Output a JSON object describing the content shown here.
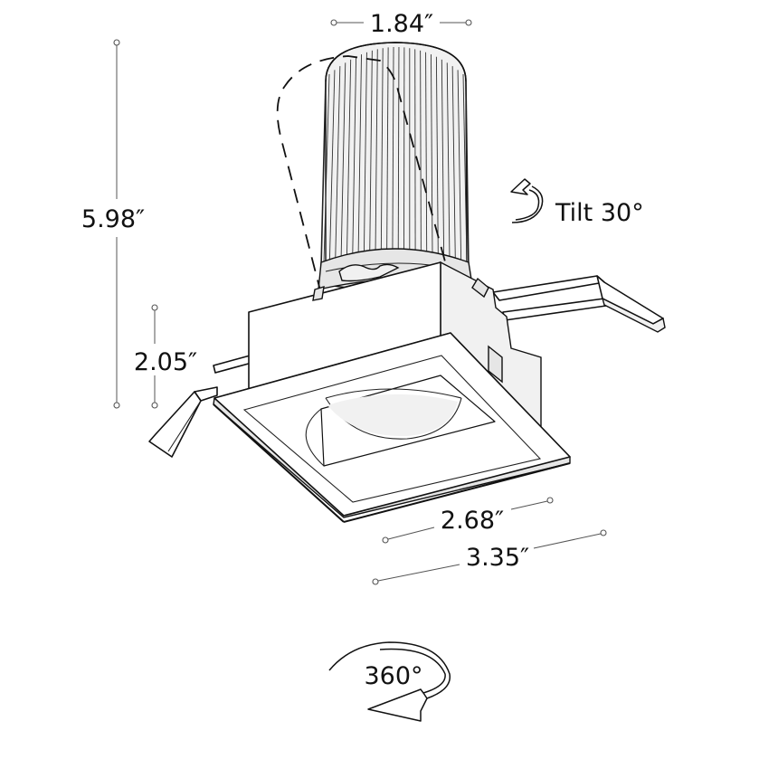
{
  "diagram": {
    "subject": "Square recessed adjustable downlight",
    "dimensions": {
      "top_width": "1.84″",
      "overall_height": "5.98″",
      "trim_height": "2.05″",
      "aperture_width": "2.68″",
      "trim_width": "3.35″"
    },
    "annotations": {
      "tilt": "Tilt 30°",
      "rotation": "360°"
    },
    "icons": {
      "tilt": "tilt-arrow-icon",
      "rotation": "rotation-arrow-icon"
    },
    "colors": {
      "line": "#111111",
      "dimension_line": "#555555",
      "fill_light": "#f1f1f1",
      "fill_shade": "#e6e6e6",
      "background": "#ffffff"
    }
  }
}
